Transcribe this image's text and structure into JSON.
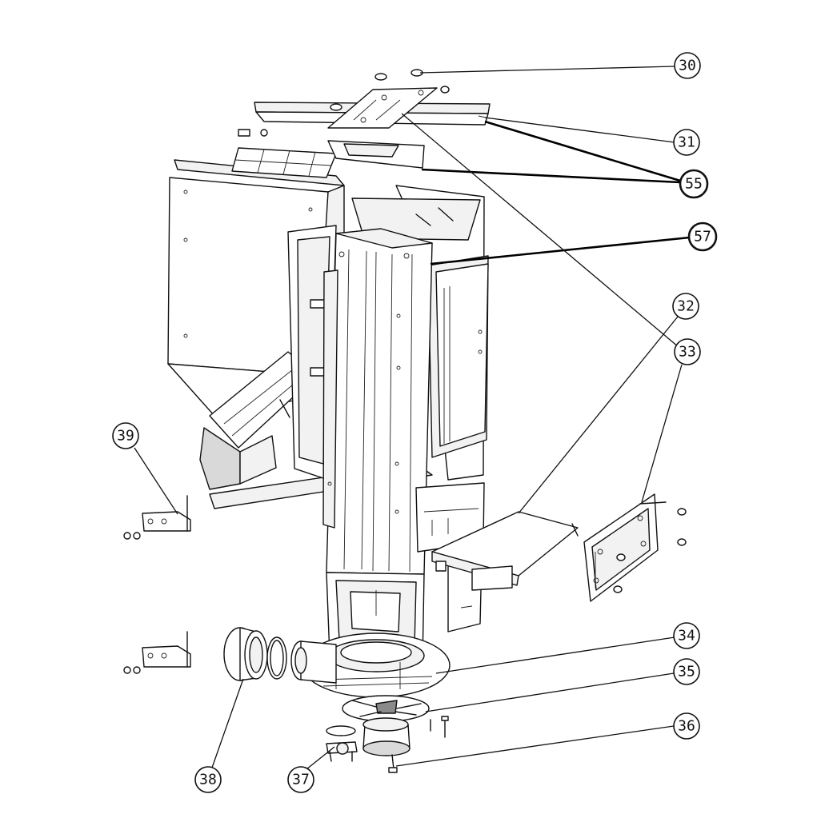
{
  "callouts": [
    {
      "id": "30",
      "label": "30"
    },
    {
      "id": "31",
      "label": "31"
    },
    {
      "id": "55",
      "label": "55"
    },
    {
      "id": "57",
      "label": "57"
    },
    {
      "id": "32",
      "label": "32"
    },
    {
      "id": "33",
      "label": "33"
    },
    {
      "id": "39",
      "label": "39"
    },
    {
      "id": "34",
      "label": "34"
    },
    {
      "id": "35",
      "label": "35"
    },
    {
      "id": "36",
      "label": "36"
    },
    {
      "id": "38",
      "label": "38"
    },
    {
      "id": "37",
      "label": "37"
    }
  ]
}
